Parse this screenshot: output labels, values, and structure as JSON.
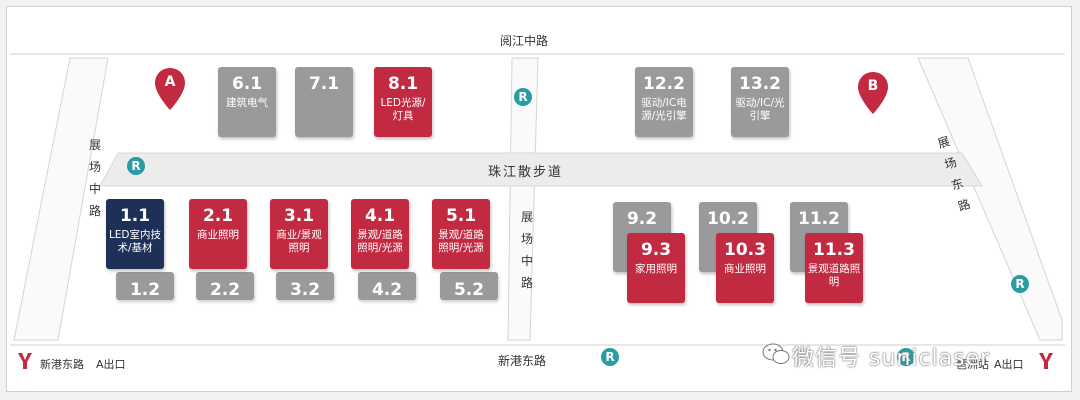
{
  "roads": {
    "top": "阅江中路",
    "bottom": "新港东路",
    "promenade": "珠江散步道",
    "west": "展场中路",
    "middle": "展场中路",
    "east": "展场东路"
  },
  "exits": {
    "left_label": "新港东路",
    "left_exit": "A出口",
    "right_label": "琶洲站",
    "right_exit": "A出口"
  },
  "markers": {
    "a": "A",
    "b": "B",
    "r": "R"
  },
  "watermark": "微信号 suniclaser",
  "halls": {
    "h61": {
      "num": "6.1",
      "text": "建筑电气"
    },
    "h71": {
      "num": "7.1",
      "text": ""
    },
    "h81": {
      "num": "8.1",
      "text": "LED光源/灯具"
    },
    "h122": {
      "num": "12.2",
      "text": "驱动/IC电源/光引擎"
    },
    "h132": {
      "num": "13.2",
      "text": "驱动/IC/光引擎"
    },
    "h11": {
      "num": "1.1",
      "text": "LED室内技术/基材"
    },
    "h21": {
      "num": "2.1",
      "text": "商业照明"
    },
    "h31": {
      "num": "3.1",
      "text": "商业/景观照明"
    },
    "h41": {
      "num": "4.1",
      "text": "景观/道路照明/光源"
    },
    "h51": {
      "num": "5.1",
      "text": "景观/道路照明/光源"
    },
    "h12": {
      "num": "1.2"
    },
    "h22": {
      "num": "2.2"
    },
    "h32": {
      "num": "3.2"
    },
    "h42": {
      "num": "4.2"
    },
    "h52": {
      "num": "5.2"
    },
    "h92": {
      "num": "9.2"
    },
    "h102": {
      "num": "10.2"
    },
    "h112": {
      "num": "11.2"
    },
    "h93": {
      "num": "9.3",
      "text": "家用照明"
    },
    "h103": {
      "num": "10.3",
      "text": "商业照明"
    },
    "h113": {
      "num": "11.3",
      "text": "景观道路照明"
    }
  },
  "colors": {
    "red": "#c22a42",
    "gray": "#9a9a9c",
    "navy": "#1e2f58",
    "teal": "#2a9ca3"
  }
}
